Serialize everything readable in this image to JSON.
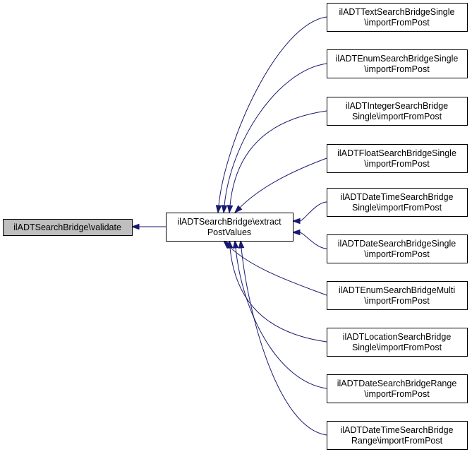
{
  "graph": {
    "edge_color": "#191970",
    "focus_fill": "#bfbfbf",
    "focus": {
      "id": "validate",
      "lines": [
        "ilADTSearchBridge\\validate"
      ]
    },
    "middle": {
      "id": "extract",
      "lines": [
        "ilADTSearchBridge\\extract",
        "PostValues"
      ]
    },
    "callers": [
      {
        "id": "text-single",
        "lines": [
          "ilADTTextSearchBridgeSingle",
          "\\importFromPost"
        ]
      },
      {
        "id": "enum-single",
        "lines": [
          "ilADTEnumSearchBridgeSingle",
          "\\importFromPost"
        ]
      },
      {
        "id": "integer-single",
        "lines": [
          "ilADTIntegerSearchBridge",
          "Single\\importFromPost"
        ]
      },
      {
        "id": "float-single",
        "lines": [
          "ilADTFloatSearchBridgeSingle",
          "\\importFromPost"
        ]
      },
      {
        "id": "datetime-single",
        "lines": [
          "ilADTDateTimeSearchBridge",
          "Single\\importFromPost"
        ]
      },
      {
        "id": "date-single",
        "lines": [
          "ilADTDateSearchBridgeSingle",
          "\\importFromPost"
        ]
      },
      {
        "id": "enum-multi",
        "lines": [
          "ilADTEnumSearchBridgeMulti",
          "\\importFromPost"
        ]
      },
      {
        "id": "location-single",
        "lines": [
          "ilADTLocationSearchBridge",
          "Single\\importFromPost"
        ]
      },
      {
        "id": "date-range",
        "lines": [
          "ilADTDateSearchBridgeRange",
          "\\importFromPost"
        ]
      },
      {
        "id": "datetime-range",
        "lines": [
          "ilADTDateTimeSearchBridge",
          "Range\\importFromPost"
        ]
      }
    ]
  }
}
